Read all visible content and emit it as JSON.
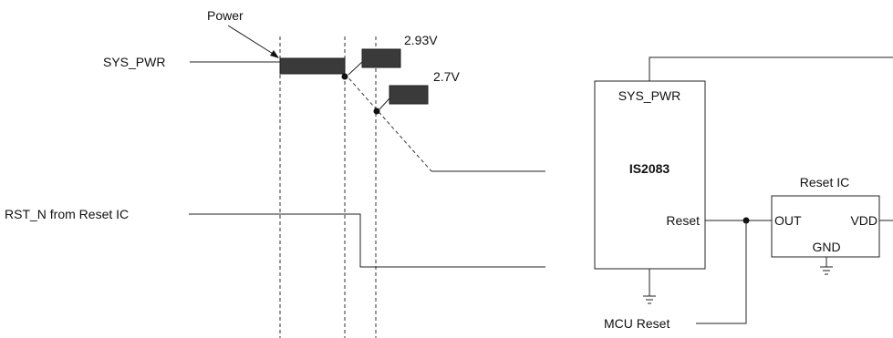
{
  "timing": {
    "power_label": "Power",
    "sys_pwr_label": "SYS_PWR",
    "v_high_label": "2.93V",
    "v_low_label": "2.7V",
    "rst_label": "RST_N from Reset IC"
  },
  "circuit": {
    "chip": {
      "pin_top": "SYS_PWR",
      "name": "IS2083",
      "pin_reset": "Reset"
    },
    "reset_ic": {
      "title": "Reset  IC",
      "out_pin": "OUT",
      "vdd_pin": "VDD",
      "gnd_pin": "GND"
    },
    "mcu_reset_label": "MCU  Reset"
  }
}
